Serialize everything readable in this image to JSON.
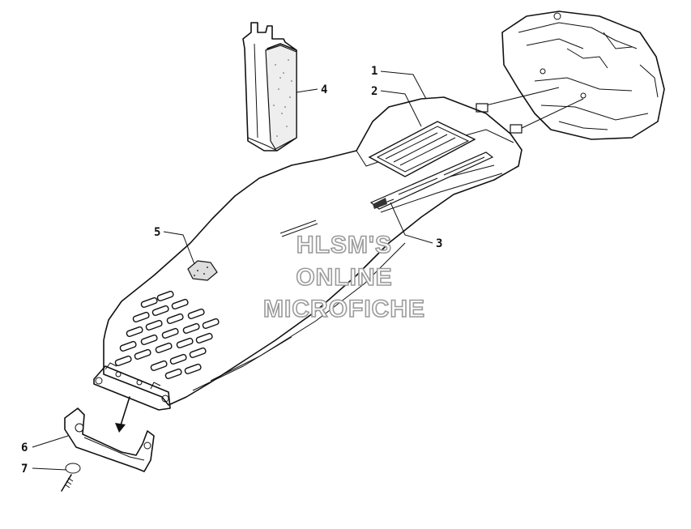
{
  "diagram": {
    "callouts": [
      {
        "id": "1",
        "label": "1"
      },
      {
        "id": "2",
        "label": "2"
      },
      {
        "id": "3",
        "label": "3"
      },
      {
        "id": "4",
        "label": "4"
      },
      {
        "id": "5",
        "label": "5"
      },
      {
        "id": "6",
        "label": "6"
      },
      {
        "id": "7",
        "label": "7"
      }
    ],
    "watermark": {
      "line1": "HLSM'S",
      "line2": "ONLINE",
      "line3": "MICROFICHE"
    }
  }
}
